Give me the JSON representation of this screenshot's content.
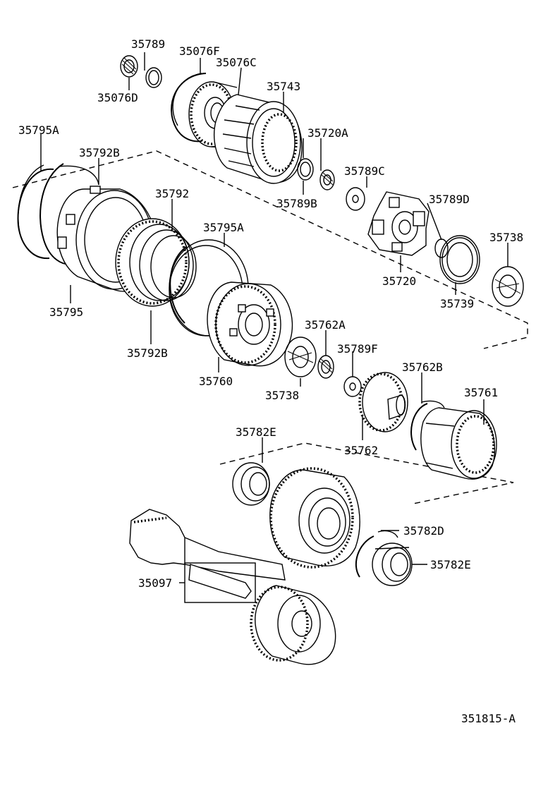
{
  "diagram": {
    "figure_code": "351815-A",
    "part_labels": {
      "p35789": "35789",
      "p35076F": "35076F",
      "p35076C": "35076C",
      "p35076D": "35076D",
      "p35743": "35743",
      "p35720A": "35720A",
      "p35789B": "35789B",
      "p35789C": "35789C",
      "p35789D": "35789D",
      "p35720": "35720",
      "p35738a": "35738",
      "p35739": "35739",
      "p35795A_a": "35795A",
      "p35792B_a": "35792B",
      "p35792": "35792",
      "p35795A_b": "35795A",
      "p35795": "35795",
      "p35792B_b": "35792B",
      "p35760": "35760",
      "p35762A": "35762A",
      "p35789F": "35789F",
      "p35738b": "35738",
      "p35762B": "35762B",
      "p35761": "35761",
      "p35762": "35762",
      "p35782E_a": "35782E",
      "p35782D": "35782D",
      "p35782E_b": "35782E",
      "p35097": "35097"
    }
  }
}
